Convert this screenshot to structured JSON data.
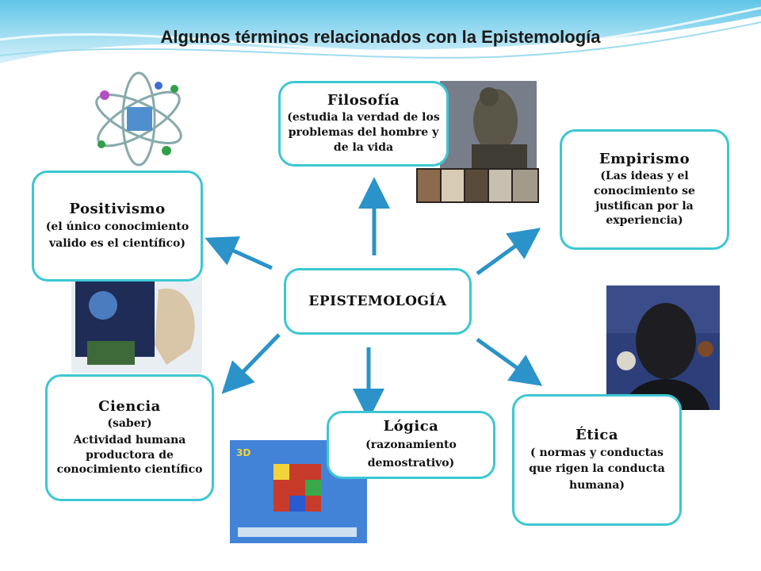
{
  "title": "Algunos términos relacionados con la Epistemología",
  "center": {
    "label": "EPISTEMOLOGÍA"
  },
  "nodes": {
    "filosofia": {
      "head": "Filosofía",
      "body": "(estudia la verdad de los problemas del hombre y de la vida"
    },
    "empirismo": {
      "head": "Empirismo",
      "body": "(Las ideas y el conocimiento se justifican por la experiencia)"
    },
    "positivismo": {
      "head": "Positivismo",
      "body": "(el único conocimiento valido es el científico)"
    },
    "ciencia": {
      "head": "Ciencia",
      "body1": "(saber)",
      "body2": "Actividad humana productora de conocimiento científico"
    },
    "logica": {
      "head": "Lógica",
      "body": "(razonamiento demostrativo)"
    },
    "etica": {
      "head": "Ética",
      "body": "( normas y conductas que rigen la conducta humana)"
    }
  },
  "images": [
    "atom-picture",
    "thinker-statue-picture",
    "philosophers-picture",
    "science-head-picture",
    "bald-man-angel-devil-picture",
    "rubik-logic-picture"
  ],
  "colors": {
    "border": "#3cc7d3",
    "arrow": "#2b93c9",
    "wave": "#5fc6e8"
  }
}
